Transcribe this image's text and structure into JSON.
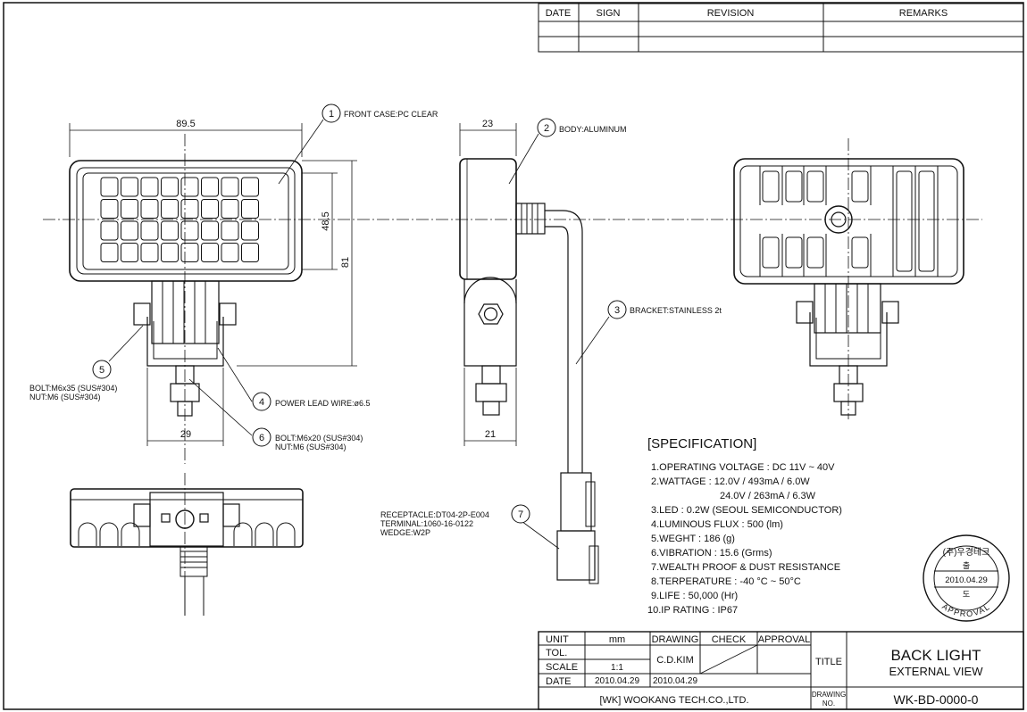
{
  "revision_table": {
    "headers": [
      "DATE",
      "SIGN",
      "REVISION",
      "REMARKS"
    ]
  },
  "dimensions": {
    "front_width": "89.5",
    "front_lens_height": "48.5",
    "front_total_height": "81",
    "bracket_width": "29",
    "side_depth": "23",
    "side_bottom": "21"
  },
  "callouts": [
    {
      "num": "1",
      "label": "FRONT CASE:PC CLEAR"
    },
    {
      "num": "2",
      "label": "BODY:ALUMINUM"
    },
    {
      "num": "3",
      "label": "BRACKET:STAINLESS  2t"
    },
    {
      "num": "4",
      "label": "POWER  LEAD  WIRE:ø6.5"
    },
    {
      "num": "5",
      "label_lines": [
        "BOLT:M6x35  (SUS#304)",
        "NUT:M6  (SUS#304)"
      ]
    },
    {
      "num": "6",
      "label_lines": [
        "BOLT:M6x20  (SUS#304)",
        "NUT:M6  (SUS#304)"
      ]
    },
    {
      "num": "7",
      "label_lines": [
        "RECEPTACLE:DT04-2P-E004",
        "TERMINAL:1060-16-0122",
        "WEDGE:W2P"
      ]
    }
  ],
  "specification": {
    "title": "[SPECIFICATION]",
    "lines": [
      "1.OPERATING VOLTAGE : DC 11V ~ 40V",
      "2.WATTAGE : 12.0V / 493mA / 6.0W",
      "24.0V / 263mA / 6.3W",
      "3.LED : 0.2W (SEOUL SEMICONDUCTOR)",
      "4.LUMINOUS FLUX : 500 (lm)",
      "5.WEGHT :  186 (g)",
      "6.VIBRATION : 15.6 (Grms)",
      "7.WEALTH PROOF & DUST RESISTANCE",
      "8.TERPERATURE : -40 °C ~ 50°C",
      "9.LIFE : 50,000 (Hr)",
      "10.IP RATING : IP67"
    ]
  },
  "approval_stamp": {
    "top": "(주)우경테크",
    "mid_char": "출",
    "date": "2010.04.29",
    "bottom_char": "도",
    "ring": "APPROVAL"
  },
  "title_block": {
    "unit_label": "UNIT",
    "unit_value": "mm",
    "tol_label": "TOL.",
    "scale_label": "SCALE",
    "scale_value": "1:1",
    "date_label": "DATE",
    "date_value": "2010.04.29",
    "drawing_label": "DRAWING",
    "check_label": "CHECK",
    "approval_label": "APPROVAL",
    "drawer": "C.D.KIM",
    "drawer_date": "2010.04.29",
    "title_label": "TITLE",
    "title_line1": "BACK LIGHT",
    "title_line2": "EXTERNAL VIEW",
    "company": "[WK]  WOOKANG TECH.CO.,LTD.",
    "drawing_no_label1": "DRAWING",
    "drawing_no_label2": "NO.",
    "drawing_no": "WK-BD-0000-0"
  }
}
